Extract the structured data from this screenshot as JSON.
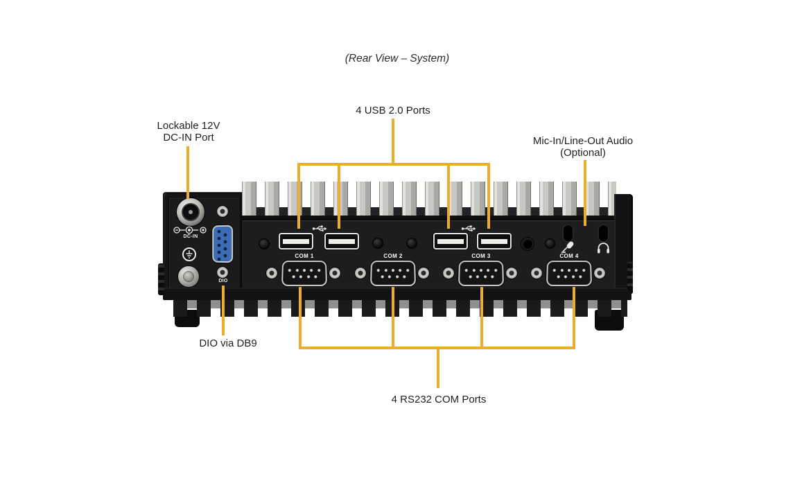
{
  "title": "(Rear View – System)",
  "callouts": {
    "usb": {
      "label": "4 USB 2.0 Ports"
    },
    "dc_in": {
      "line1": "Lockable 12V",
      "line2": "DC-IN Port"
    },
    "audio": {
      "line1": "Mic-In/Line-Out Audio",
      "line2": "(Optional)"
    },
    "dio": {
      "label": "DIO via DB9"
    },
    "com": {
      "label": "4 RS232 COM Ports"
    }
  },
  "device": {
    "left_panel": {
      "dc_in": "DC-IN",
      "dio": "DIO"
    },
    "io_panel": {
      "com_ports": [
        {
          "label": "COM 1"
        },
        {
          "label": "COM 2"
        },
        {
          "label": "COM 3"
        },
        {
          "label": "COM 4"
        }
      ],
      "usb_port_count": 4,
      "audio_jack_count": 2
    }
  },
  "icons": {
    "usb": "usb-trident",
    "mic": "microphone",
    "headphones": "headphones",
    "ground": "earth-ground",
    "dc_polarity": "center-positive-polarity"
  },
  "colors": {
    "callout_line": "#EBAD2E",
    "chassis": "#1B1B1D",
    "heatsink_fin": "#C7C7C4",
    "dio_connector_blue": "#3C6CB4",
    "background": "#FFFFFF"
  }
}
